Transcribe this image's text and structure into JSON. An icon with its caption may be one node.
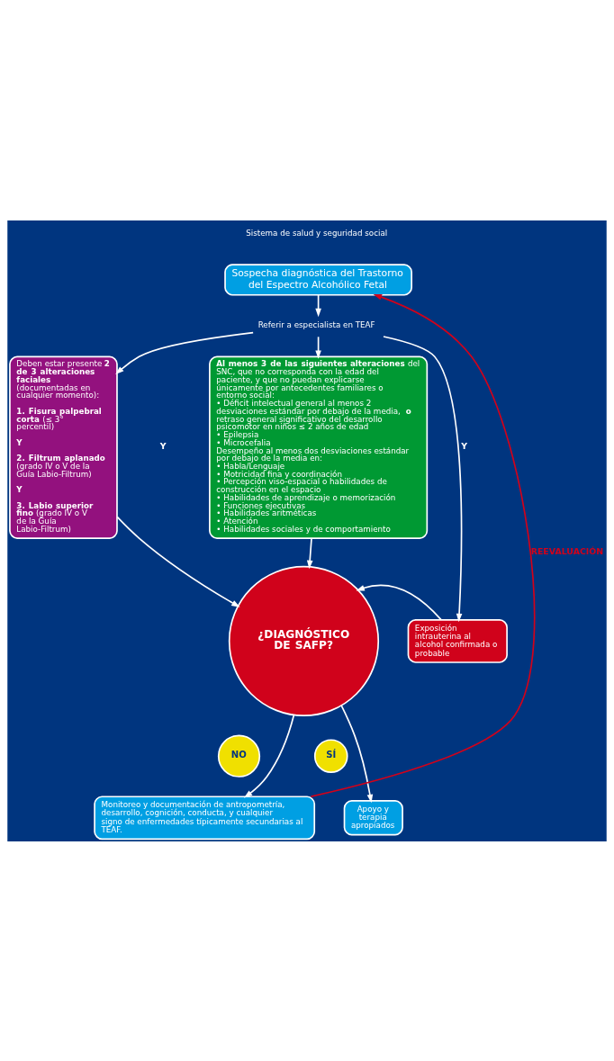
{
  "diagram": {
    "nodes": [
      {
        "text": [
          "Sospecha diagnóstica del Trastorno del Espectro Alcohólico Fetal"
        ],
        "beside": [
          "Sistema de salud y seguridad social"
        ]
      },
      {
        "text": [
          "Referir a especialista en TEAF"
        ]
      },
      {
        "text": [
          "Deben estar presente **2 de 3 alteraciones faciales** (documentadas en cualquier momento):",
          "**1. Fisura palpebral corta** (≤ 3° percentil)",
          "**Y**",
          "**2. Filtrum aplanado** (grado IV o V de la Guía Labio-Filtrum)",
          "**Y**",
          "**3. Labio superior fino** (grado IV o V de la Guía Labio-Filtrum)"
        ]
      },
      {
        "text": [
          "**Al menos 3 de las siguientes alteraciones** del SNC, que no corresponda con la edad del paciente, y que no puedan explicarse únicamente por antecedentes familiares o entorno social:",
          "• Déficit intelectual general al menos 2 desviaciones estándar por debajo de la media, **o** retraso general significativo del desarrollo psicomotor en niños ≤ 2 años de edad",
          "• Epilepsia",
          "• Microcefalia",
          "Desempeño al menos dos desviaciones estándar por debajo de la media en:",
          "• Habla/Lenguaje",
          "• Motricidad fina y coordinación",
          "• Percepción viso-espacial o habilidades de construcción en el espacio",
          "• Habilidades de aprendizaje o memorización",
          "• Funciones ejecutivas",
          "• Habilidades aritméticas",
          "• Atención",
          "• Habilidades sociales y de comportamiento"
        ]
      },
      {
        "text": [
          "¿DIAGNÓSTICO DE SAFP?"
        ]
      },
      {
        "text": [
          "Exposición intrauterina al alcohol confirmada o probable"
        ]
      },
      {
        "text": [
          "SÍ"
        ]
      },
      {
        "text": [
          "NO"
        ]
      },
      {
        "text": [
          "Apoyo y terapia apropiados"
        ]
      },
      {
        "text": [
          "Monitoreo y documentación de antropometría, desarrollo, cognición, conducta, y cualquier signo de enfermedades típicamente secundarias al TEAF."
        ]
      }
    ],
    "edges": [
      {
        "from": 0,
        "to": 1,
        "arrow": "to"
      },
      {
        "from": 1,
        "to": 2,
        "arrow": "to"
      },
      {
        "from": 1,
        "to": 3,
        "arrow": "to"
      },
      {
        "from": 1,
        "to": 5,
        "arrow": "to",
        "label": "Y"
      },
      {
        "from": 2,
        "to": 4,
        "arrow": "to"
      },
      {
        "from": 3,
        "to": 4,
        "arrow": "to"
      },
      {
        "from": 5,
        "to": 4,
        "arrow": "to"
      },
      {
        "from": 4,
        "to": 8,
        "arrow": "to"
      },
      {
        "from": 4,
        "to": 9,
        "arrow": "to"
      },
      {
        "from": 9,
        "to": 0,
        "arrow": "to",
        "label": "REEVALUACIÓN",
        "color": "#d0021b"
      }
    ],
    "labels": [
      "Y"
    ]
  }
}
